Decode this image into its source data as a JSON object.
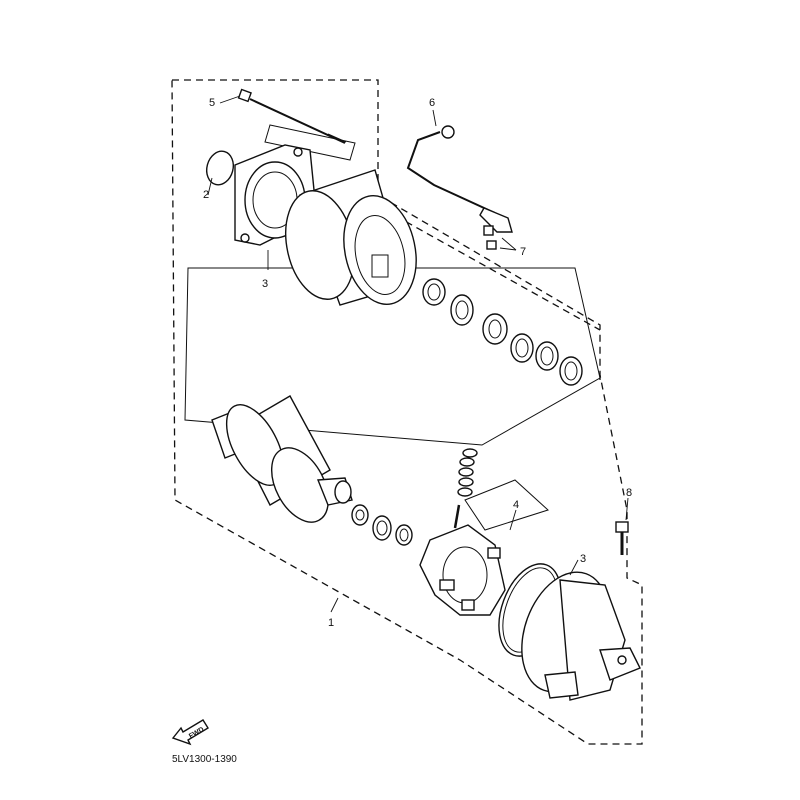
{
  "diagram": {
    "callouts": [
      {
        "id": "c1",
        "label": "1"
      },
      {
        "id": "c2",
        "label": "2"
      },
      {
        "id": "c3a",
        "label": "3"
      },
      {
        "id": "c3b",
        "label": "3"
      },
      {
        "id": "c4",
        "label": "4"
      },
      {
        "id": "c5",
        "label": "5"
      },
      {
        "id": "c6",
        "label": "6"
      },
      {
        "id": "c7",
        "label": "7"
      },
      {
        "id": "c8",
        "label": "8"
      }
    ],
    "fwd_label": "FWD",
    "diagram_code": "5LV1300-1390"
  }
}
